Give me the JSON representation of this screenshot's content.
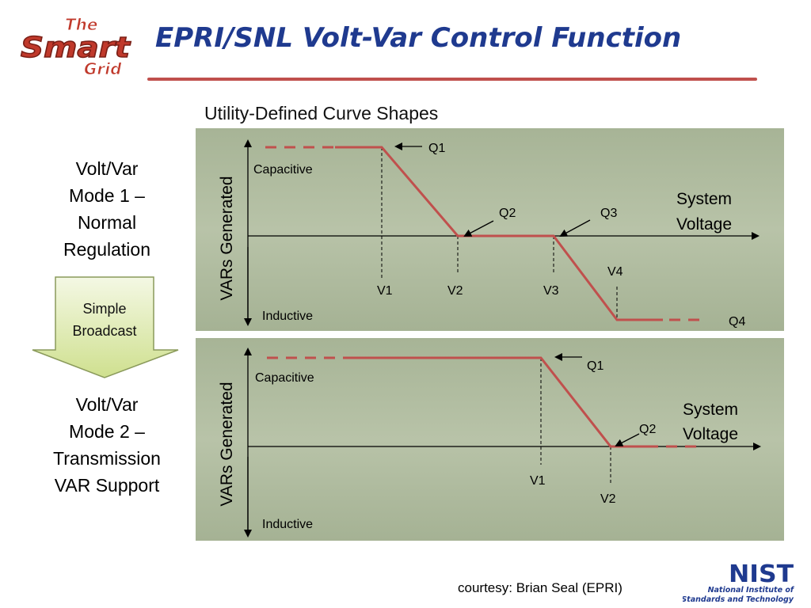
{
  "logo": {
    "line1": "The",
    "line2": "Smart",
    "line3": "Grid"
  },
  "title": "EPRI/SNL Volt-Var Control Function",
  "subtitle": "Utility-Defined Curve Shapes",
  "mode1_label": "Volt/Var\nMode 1 –\nNormal\nRegulation",
  "arrow_label": "Simple\nBroadcast",
  "mode2_label": "Volt/Var\nMode 2 –\nTransmission\nVAR Support",
  "panel1": {
    "y_axis_label": "VARs Generated",
    "capacitive": "Capacitive",
    "inductive": "Inductive",
    "x_axis_label_line1": "System",
    "x_axis_label_line2": "Voltage",
    "points": {
      "q1": "Q1",
      "q2": "Q2",
      "q3": "Q3",
      "q4": "Q4"
    },
    "voltages": {
      "v1": "V1",
      "v2": "V2",
      "v3": "V3",
      "v4": "V4"
    }
  },
  "panel2": {
    "y_axis_label": "VARs Generated",
    "capacitive": "Capacitive",
    "inductive": "Inductive",
    "x_axis_label_line1": "System",
    "x_axis_label_line2": "Voltage",
    "points": {
      "q1": "Q1",
      "q2": "Q2"
    },
    "voltages": {
      "v1": "V1",
      "v2": "V2"
    }
  },
  "courtesy": "courtesy: Brian Seal (EPRI)",
  "nist": {
    "logo_text": "NIST",
    "line1": "National Institute of",
    "line2": "Standards and Technology"
  },
  "colors": {
    "title": "#1f3a8f",
    "rule": "#c0504d",
    "curve": "#c0504d",
    "panel": "#aebb9d",
    "arrow_fill": "#e4efc1"
  }
}
